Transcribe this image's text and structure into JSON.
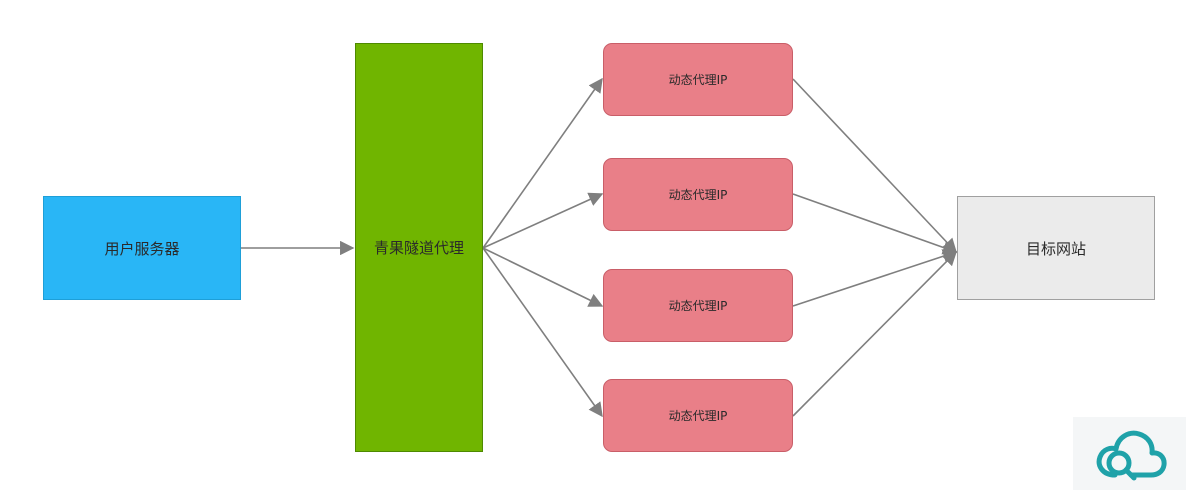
{
  "diagram": {
    "user_server": {
      "label": "用户服务器",
      "color": "#29b6f6"
    },
    "tunnel_proxy": {
      "label": "青果隧道代理",
      "color": "#70b500"
    },
    "dynamic_ips": [
      {
        "label": "动态代理IP"
      },
      {
        "label": "动态代理IP"
      },
      {
        "label": "动态代理IP"
      },
      {
        "label": "动态代理IP"
      }
    ],
    "ip_color": "#e97f88",
    "target_site": {
      "label": "目标网站",
      "color": "#ebebeb"
    },
    "edge_color": "#7f7f7f"
  },
  "logo": {
    "name": "cloud-logo-icon",
    "color": "#1fa2a9"
  }
}
